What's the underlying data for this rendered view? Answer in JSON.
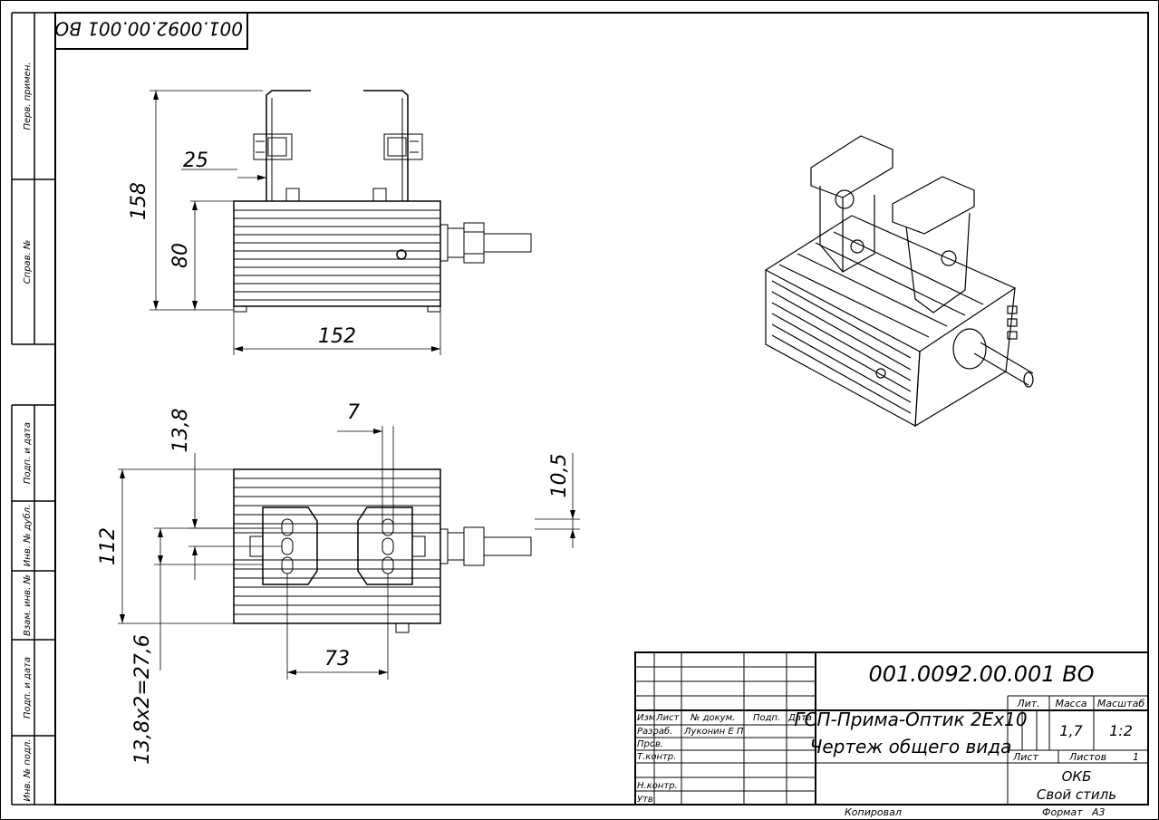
{
  "drawing": {
    "code_rotated": "001.0092.00.001 ВО",
    "left_strip": {
      "perv_primen": "Перв. примен.",
      "sprav_no": "Справ. №",
      "podp_data_1": "Подп. и дата",
      "inv_dubl": "Инв. № дубл.",
      "vzam_inv": "Взам. инв. №",
      "podp_data_2": "Подп. и дата",
      "inv_podl": "Инв. № подл."
    },
    "dimensions": {
      "d25": "25",
      "d158": "158",
      "d80": "80",
      "d152": "152",
      "d7": "7",
      "d13_8": "13,8",
      "d10_5": "10,5",
      "d112": "112",
      "d73": "73",
      "d13_8x2": "13,8х2=27,6"
    },
    "title_block": {
      "designation": "001.0092.00.001 ВО",
      "name_line1": "ГСП-Прима-Оптик 2Ех10",
      "name_line2": "Чертеж общего вида",
      "col_izm": "Изм",
      "col_list": "Лист",
      "col_dokum": "№ докум.",
      "col_podp": "Подп.",
      "col_data": "Дата",
      "razrab": "Разраб.",
      "razrab_name": "Луконин Е П",
      "prov": "Пров.",
      "tkontr": "Т.контр.",
      "nkontr": "Н.контр.",
      "utv": "Утв.",
      "lit": "Лит.",
      "massa": "Масса",
      "masshtab": "Масштаб",
      "massa_val": "1,7",
      "masshtab_val": "1:2",
      "list_label": "Лист",
      "listov_label": "Листов",
      "listov_val": "1",
      "org1": "ОКБ",
      "org2": "Свой стиль",
      "kopiroval": "Копировал",
      "format": "Формат",
      "format_val": "А3"
    }
  }
}
